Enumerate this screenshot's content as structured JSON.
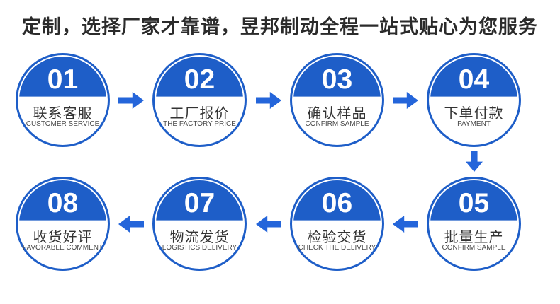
{
  "title": "定制，选择厂家才靠谱，昱邦制动全程一站式贴心为您服务",
  "colors": {
    "circle_blue": "#1e5ec8",
    "arrow_blue": "#2465da",
    "title_color": "#2b2b2b",
    "label_color": "#333333",
    "sublabel_color": "#4a4a4a"
  },
  "steps": [
    {
      "num": "01",
      "label": "联系客服",
      "sublabel": "CUSTOMER SERVICE"
    },
    {
      "num": "02",
      "label": "工厂报价",
      "sublabel": "THE FACTORY PRICE"
    },
    {
      "num": "03",
      "label": "确认样品",
      "sublabel": "CONFIRM SAMPLE"
    },
    {
      "num": "04",
      "label": "下单付款",
      "sublabel": "PAYMENT"
    },
    {
      "num": "05",
      "label": "批量生产",
      "sublabel": "CONFIRM SAMPLE"
    },
    {
      "num": "06",
      "label": "检验交货",
      "sublabel": "CHECK THE DELIVERY"
    },
    {
      "num": "07",
      "label": "物流发货",
      "sublabel": "LOGISTICS DELIVERY"
    },
    {
      "num": "08",
      "label": "收货好评",
      "sublabel": "FAVORABLE COMMENT"
    }
  ]
}
